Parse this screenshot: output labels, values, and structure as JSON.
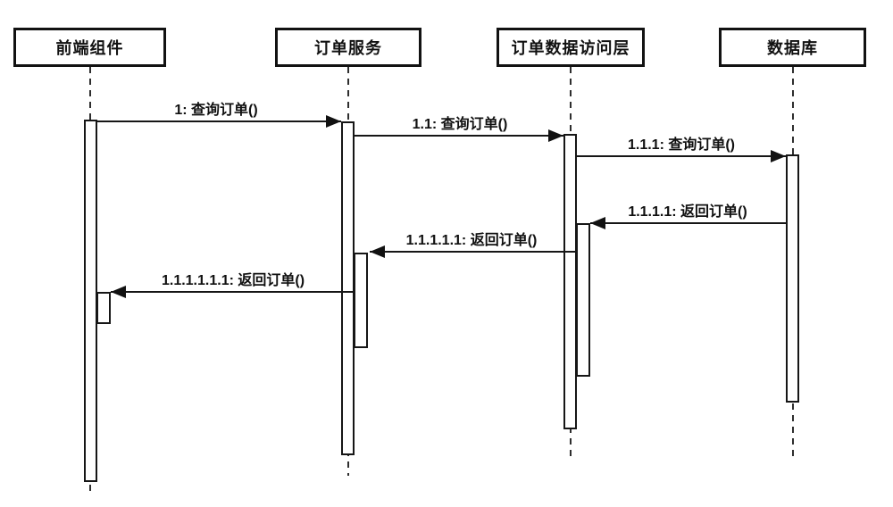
{
  "diagram": {
    "type": "uml-sequence-diagram",
    "colors": {
      "line": "#161616",
      "background": "#ffffff"
    },
    "lifelines": [
      {
        "name": "前端组件"
      },
      {
        "name": "订单服务"
      },
      {
        "name": "订单数据访问层"
      },
      {
        "name": "数据库"
      }
    ],
    "messages": [
      {
        "label": "1: 查询订单()",
        "from": "前端组件",
        "to": "订单服务",
        "kind": "call"
      },
      {
        "label": "1.1: 查询订单()",
        "from": "订单服务",
        "to": "订单数据访问层",
        "kind": "call"
      },
      {
        "label": "1.1.1: 查询订单()",
        "from": "订单数据访问层",
        "to": "数据库",
        "kind": "call"
      },
      {
        "label": "1.1.1.1: 返回订单()",
        "from": "数据库",
        "to": "订单数据访问层",
        "kind": "return"
      },
      {
        "label": "1.1.1.1.1: 返回订单()",
        "from": "订单数据访问层",
        "to": "订单服务",
        "kind": "return"
      },
      {
        "label": "1.1.1.1.1.1: 返回订单()",
        "from": "订单服务",
        "to": "前端组件",
        "kind": "return"
      }
    ]
  }
}
